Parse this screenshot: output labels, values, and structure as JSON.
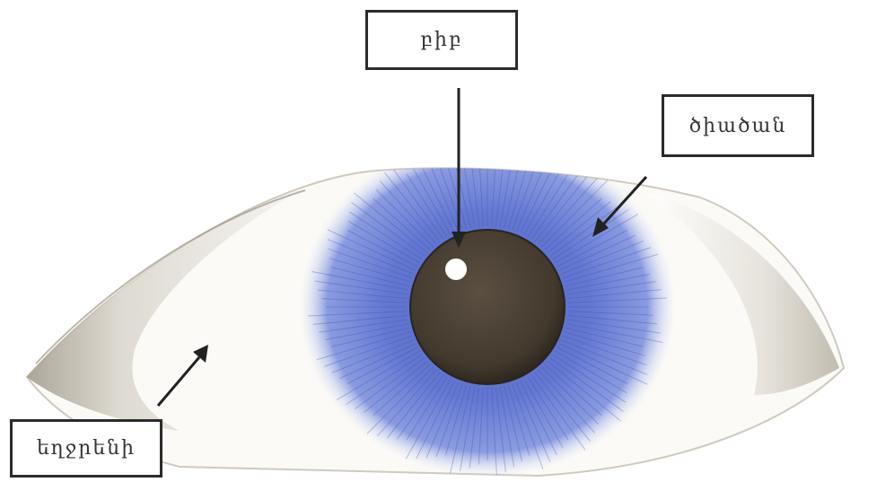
{
  "labels": {
    "top": "բիբ",
    "right": "ծիածան",
    "bottom_left": "եղջրենի"
  },
  "colors": {
    "iris": "#6b7fd0",
    "pupil": "#4a4033",
    "sclera_shadow": "#b9b4a6",
    "arrow": "#222222",
    "box_border": "#2b2b2b"
  }
}
